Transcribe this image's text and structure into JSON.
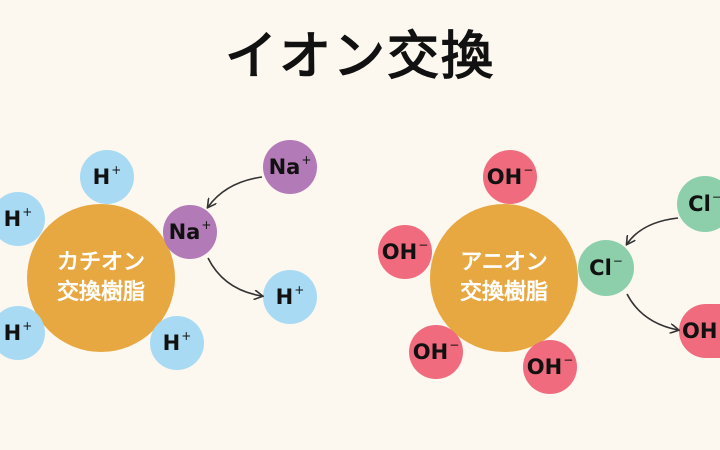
{
  "title": "イオン交換",
  "cation": {
    "resin_line1": "カチオン",
    "resin_line2": "交換樹脂",
    "h_ion": "H",
    "na_ion": "Na",
    "plus": "+"
  },
  "anion": {
    "resin_line1": "アニオン",
    "resin_line2": "交換樹脂",
    "oh_ion": "OH",
    "cl_ion": "Cl",
    "minus": "−"
  },
  "colors": {
    "background": "#fcf7ef",
    "resin": "#e8a841",
    "h_ion": "#a8daf3",
    "na_ion": "#b37ab8",
    "oh_ion": "#f06b7d",
    "cl_ion": "#8ccfaa"
  }
}
